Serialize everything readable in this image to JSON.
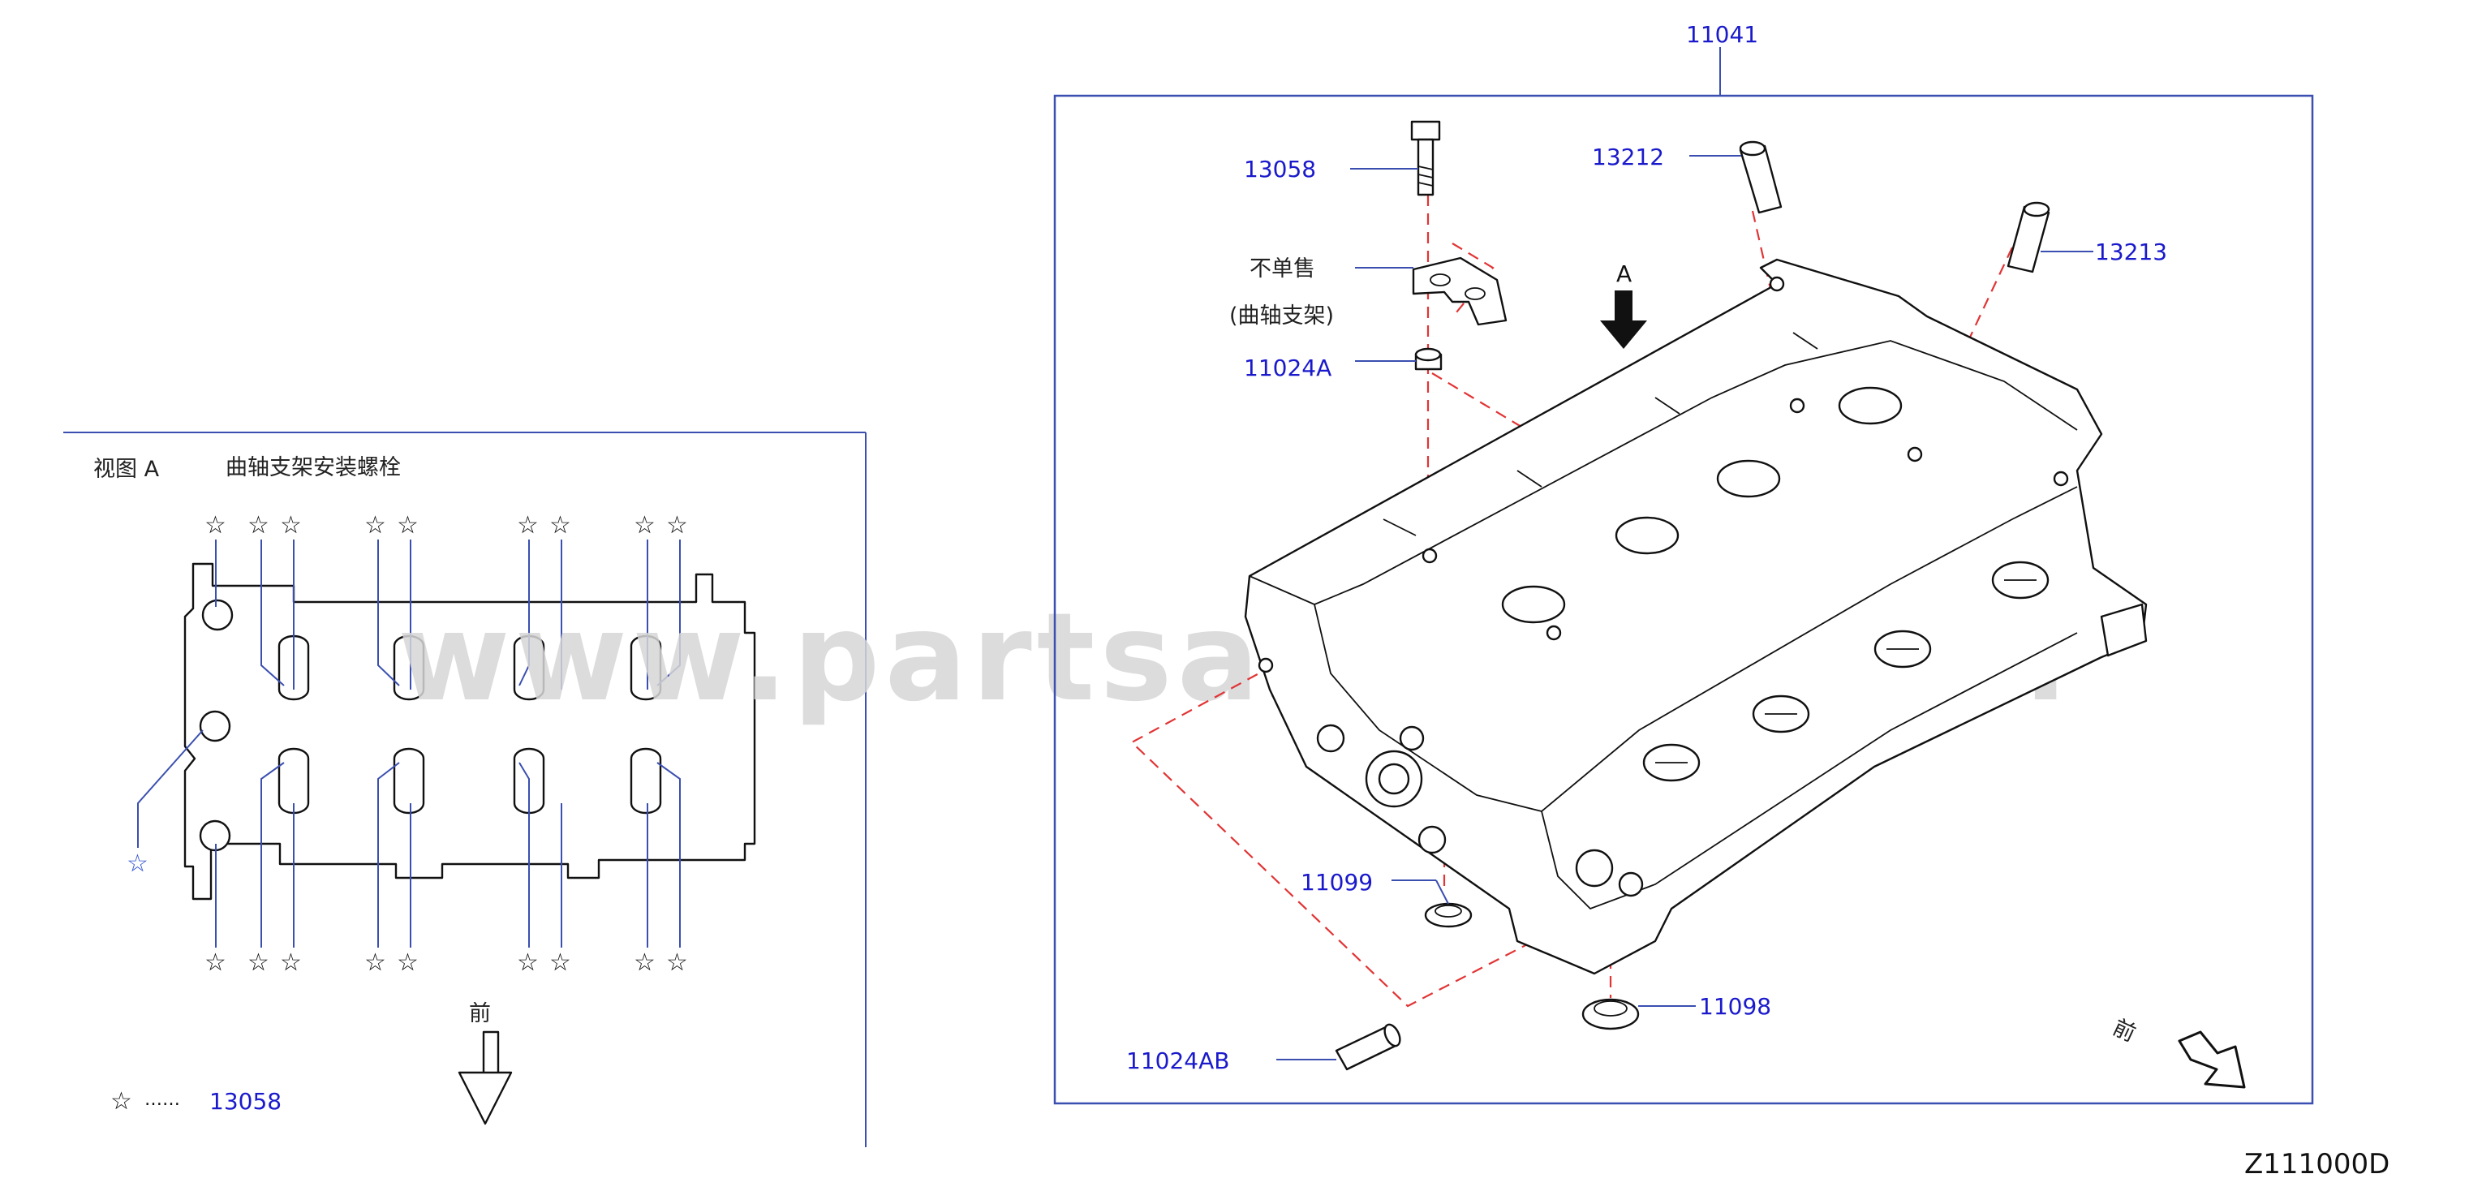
{
  "watermark": "www.partsasstore.com",
  "diagram_code": "Z111000D",
  "view_a": {
    "title": "视图 A",
    "subtitle": "曲轴支架安装螺栓",
    "front_label": "前",
    "legend_symbol": "☆",
    "legend_dots": "……",
    "legend_part": "13058"
  },
  "main_view": {
    "assembly_part": "11041",
    "view_arrow_label": "A",
    "not_sold_label": "不单售",
    "bracket_label": "(曲轴支架)",
    "front_label": "前",
    "parts": {
      "bolt": "13058",
      "guide_a": "13212",
      "guide_b": "13213",
      "dowel_a": "11024A",
      "plug_small": "11099",
      "plug_large": "11098",
      "dowel_ab": "11024AB"
    }
  },
  "colors": {
    "label": "#1a1acc",
    "leader": "#3a4fb0",
    "dash": "#e23434",
    "line": "#111111",
    "watermark": "#d6d6d6"
  }
}
